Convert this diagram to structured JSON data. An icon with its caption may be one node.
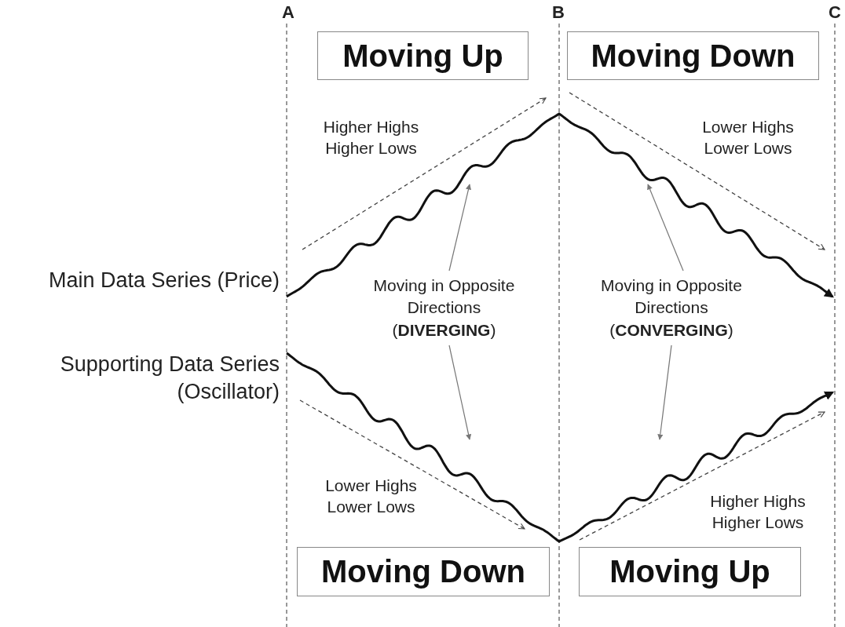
{
  "diagram": {
    "nodes": [
      {
        "text": [
          "Moving Up"
        ]
      },
      {
        "text": [
          "Moving Down"
        ]
      },
      {
        "text": [
          "Moving Down"
        ]
      },
      {
        "text": [
          "Moving Up"
        ]
      },
      {
        "text": [
          "Moving in Opposite Directions (**DIVERGING**)"
        ]
      },
      {
        "text": [
          "Moving in Opposite Directions (**CONVERGING**)"
        ]
      },
      {
        "text": [],
        "shape": "line",
        "beside": [
          "Main Data Series (Price)"
        ]
      },
      {
        "text": [],
        "shape": "line",
        "beside": [
          "Supporting Data Series (Oscillator)"
        ]
      }
    ],
    "edges": [
      {
        "from": 4,
        "to": 6,
        "arrow": "to"
      },
      {
        "from": 4,
        "to": 7,
        "arrow": "to"
      },
      {
        "from": 5,
        "to": 6,
        "arrow": "to"
      },
      {
        "from": 5,
        "to": 7,
        "arrow": "to"
      }
    ],
    "labels": [
      "A",
      "B",
      "C",
      "Higher Highs Higher Lows",
      "Lower Highs Lower Lows",
      "Lower Highs Lower Lows",
      "Higher Highs Higher Lows"
    ]
  }
}
